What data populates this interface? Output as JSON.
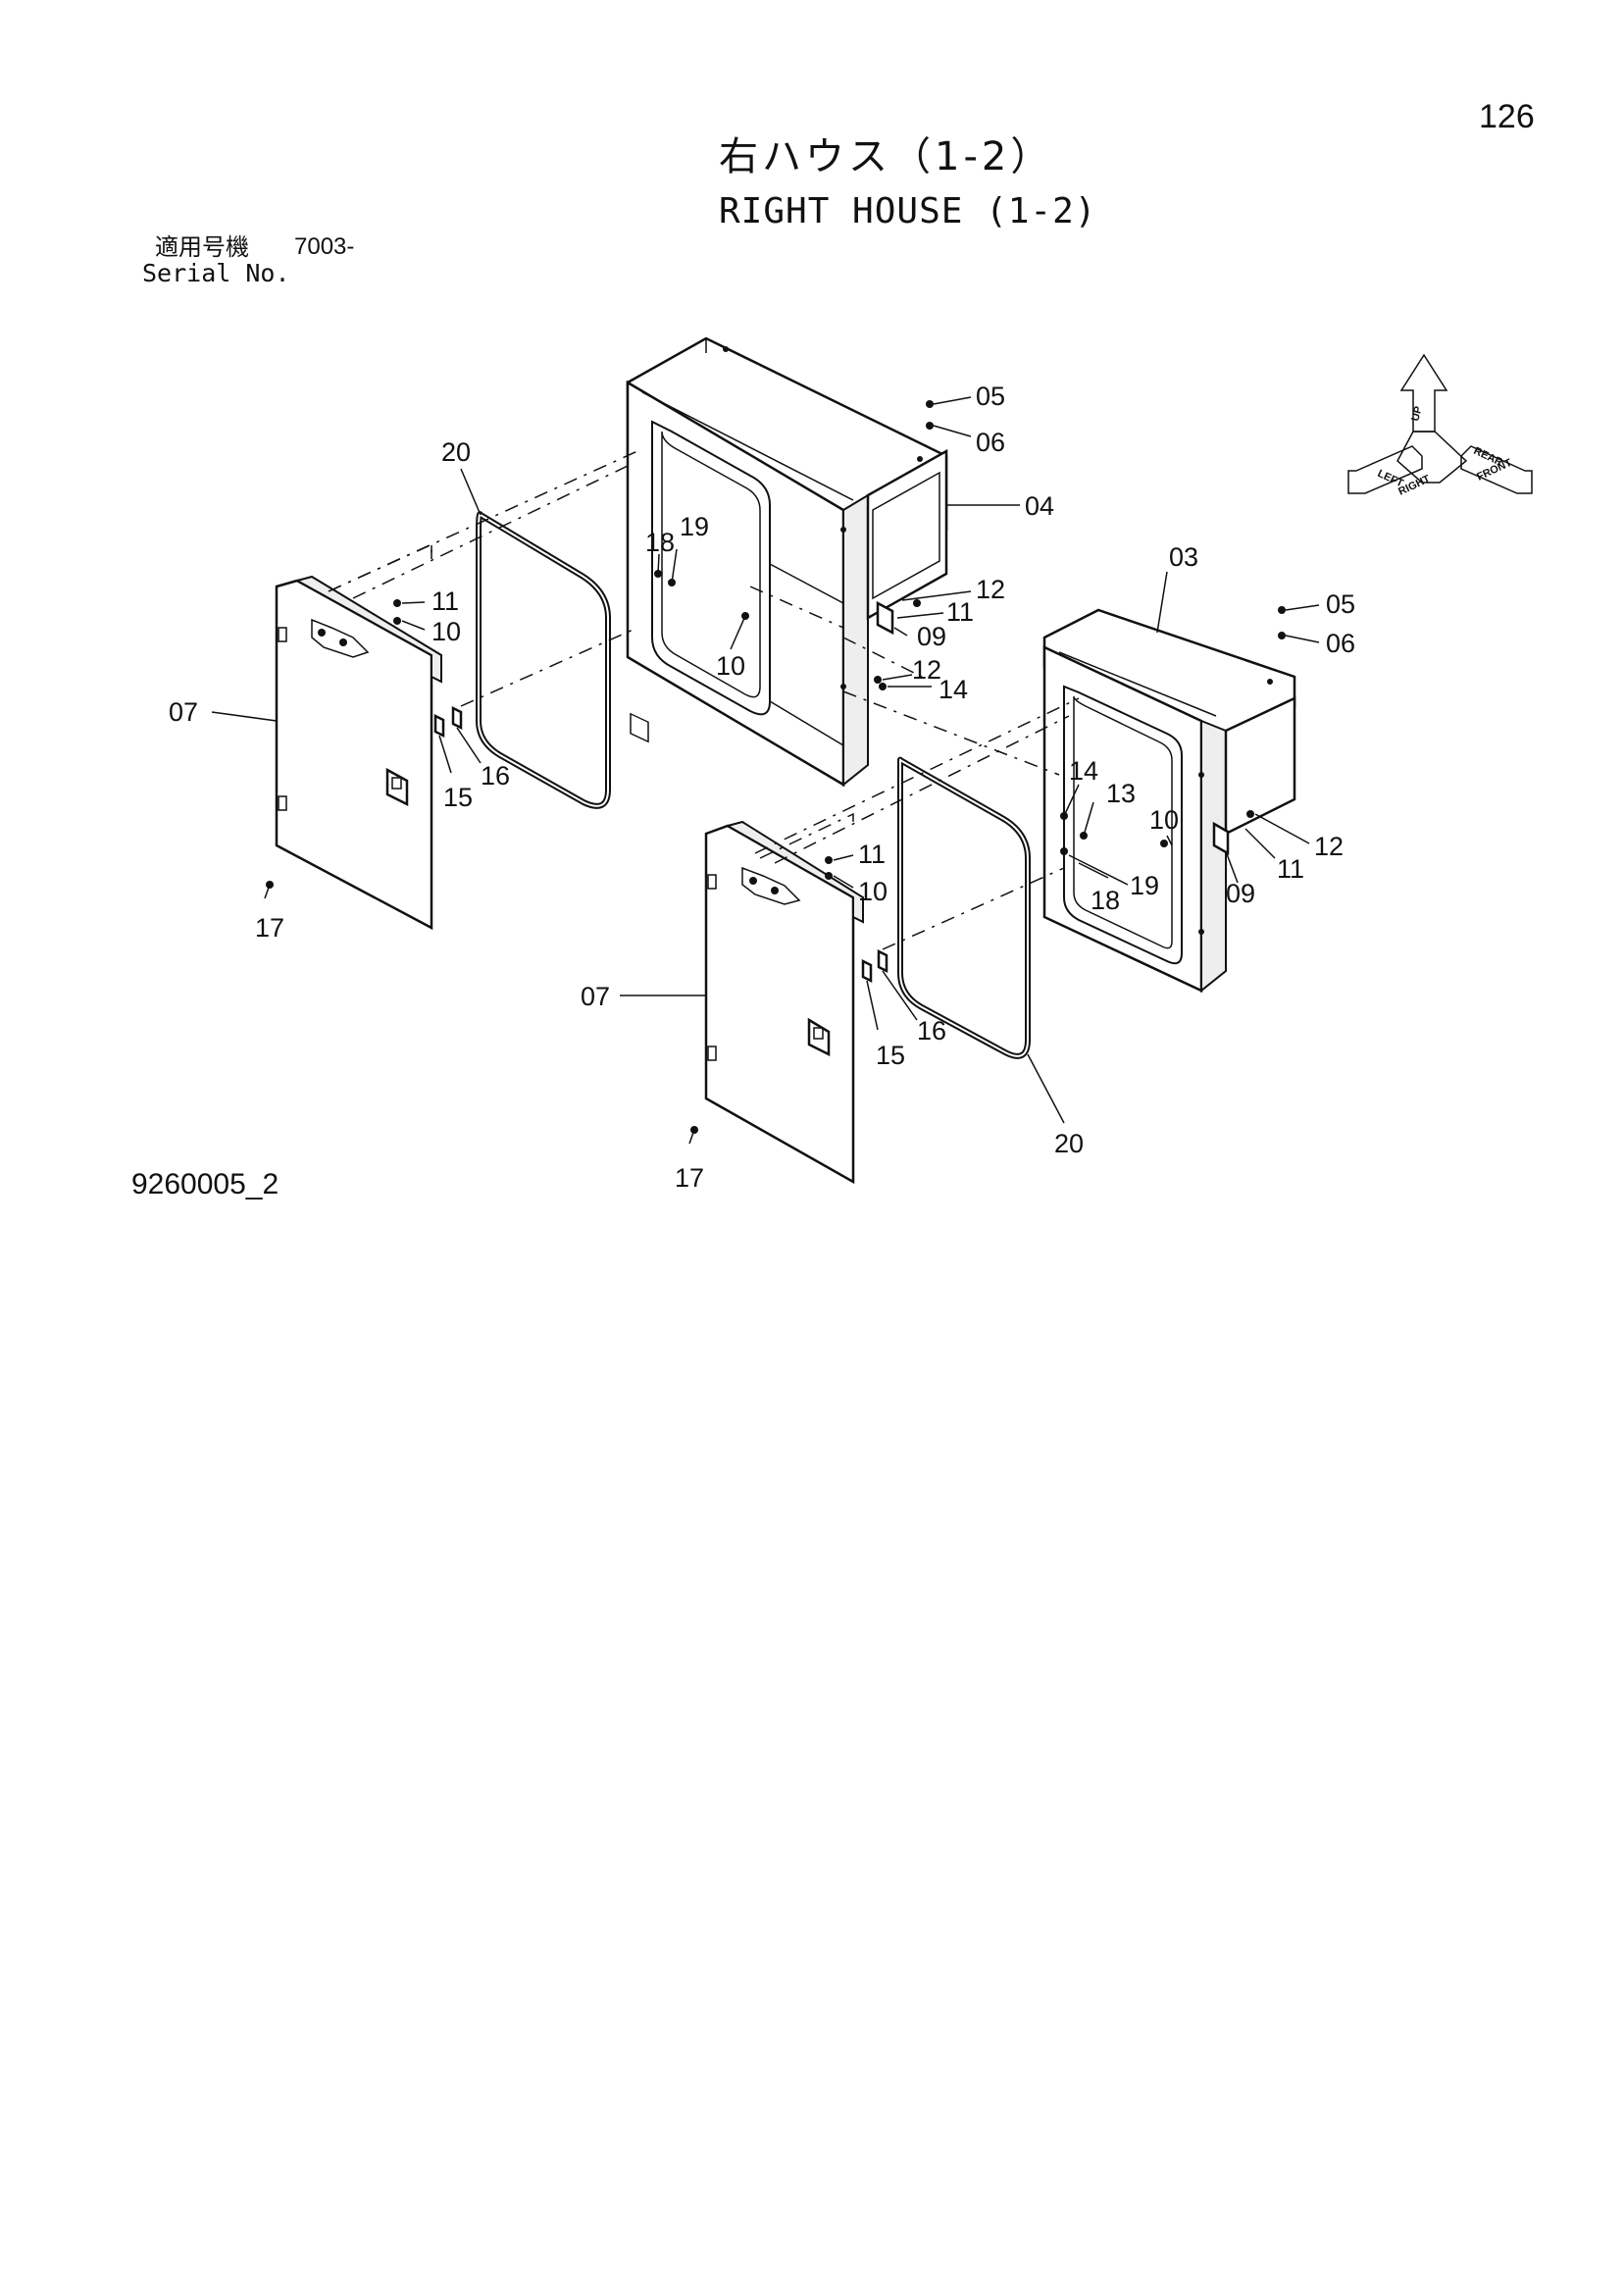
{
  "page": {
    "number": "126",
    "title_jp": "右ハウス（1-2）",
    "title_en": "RIGHT HOUSE (1-2)",
    "serial_label_jp": "適用号機",
    "serial_value": "7003-",
    "serial_label_en": "Serial No.",
    "drawing_number": "9260005_2"
  },
  "direction_indicator": {
    "labels": [
      "UP",
      "LEFT",
      "RIGHT",
      "FRONT",
      "REAR"
    ]
  },
  "callouts": {
    "c_05_a": "05",
    "c_06_a": "06",
    "c_04": "04",
    "c_20_a": "20",
    "c_18_a": "18",
    "c_19_a": "19",
    "c_12_a": "12",
    "c_11_a": "11",
    "c_09_a": "09",
    "c_10_a": "10",
    "c_12_b": "12",
    "c_14_a": "14",
    "c_11_b": "11",
    "c_10_b": "10",
    "c_07_a": "07",
    "c_15_a": "15",
    "c_16_a": "16",
    "c_17_a": "17",
    "c_03": "03",
    "c_05_b": "05",
    "c_06_b": "06",
    "c_14_b": "14",
    "c_13": "13",
    "c_10_c": "10",
    "c_19_b": "19",
    "c_18_b": "18",
    "c_12_c": "12",
    "c_11_c": "11",
    "c_09_b": "09",
    "c_11_d": "11",
    "c_10_d": "10",
    "c_07_b": "07",
    "c_15_b": "15",
    "c_16_b": "16",
    "c_17_b": "17",
    "c_20_b": "20"
  }
}
